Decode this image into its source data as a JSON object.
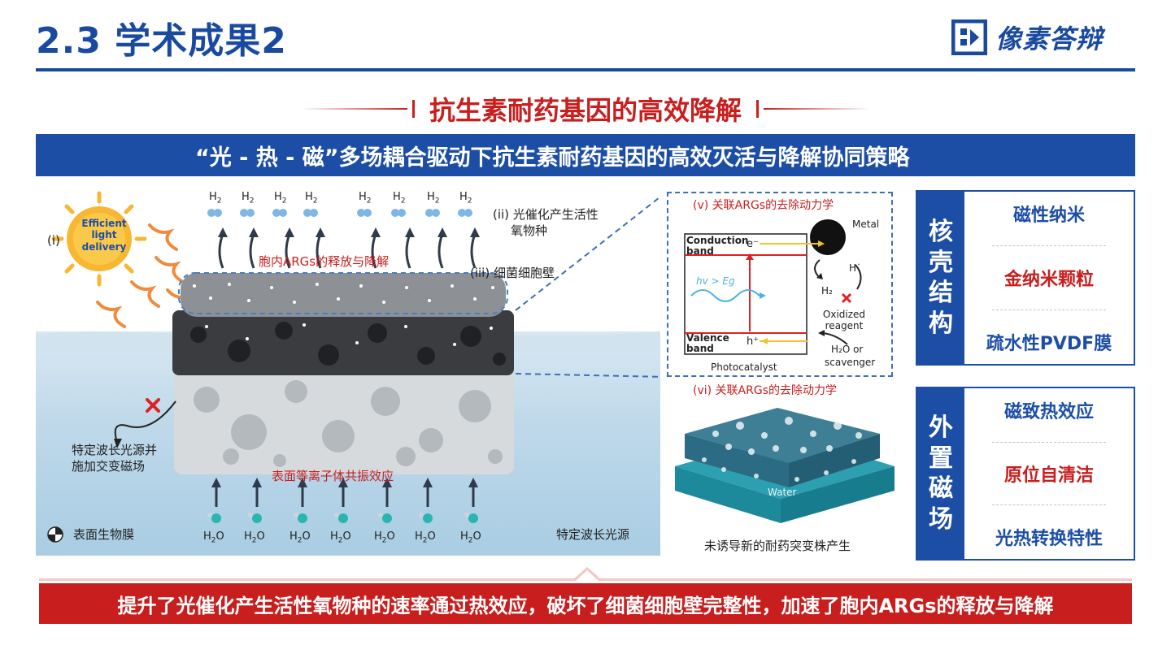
{
  "header": {
    "title": "2.3  学术成果2",
    "logo_text": "像素答辩"
  },
  "section": {
    "heading": "抗生素耐药基因的高效降解"
  },
  "banner": {
    "text": "“光 - 热 - 磁”多场耦合驱动下抗生素耐药基因的高效灭活与降解协同策略"
  },
  "diagram": {
    "sun_text": "Efficient light delivery",
    "label_i": "(i)",
    "h2_label": "H",
    "h2_sub": "2",
    "label_ii_line1": "(ii) 光催化产生活性",
    "label_ii_line2": "氧物种",
    "label_iii": "(iii) 细菌细胞壁",
    "label_release": "胞内ARGs的释放与降解",
    "label_source_line1": "特定波长光源并",
    "label_source_line2": "施加交变磁场",
    "label_plasmon": "表面等离子体共振效应",
    "label_biofilm": "表面生物膜",
    "label_light": "特定波长光源",
    "h2o_label": "H",
    "h2o_sub": "2",
    "h2o_tail": "O"
  },
  "inset": {
    "title": "(v) 关联ARGs的去除动力学",
    "conduction": "Conduction band",
    "valence": "Valence band",
    "electron": "e⁻",
    "hole": "h⁺",
    "hv": "hv > Eg",
    "metal": "Metal",
    "h_dot": "H˙",
    "h2": "H₂",
    "oxidized": "Oxidized reagent",
    "h2o_or": "H₂O or",
    "scavenger": "scavenger",
    "photocatalyst": "Photocatalyst"
  },
  "panel_vi": {
    "title": "(vi) 关联ARGs的去除动力学",
    "water": "Water",
    "caption": "未诱导新的耐药突变株产生"
  },
  "core_panel": {
    "tag_chars": [
      "核",
      "壳",
      "结",
      "构"
    ],
    "items": [
      "磁性纳米",
      "金纳米颗粒",
      "疏水性PVDF膜"
    ]
  },
  "field_panel": {
    "tag_chars": [
      "外",
      "置",
      "磁",
      "场"
    ],
    "items": [
      "磁致热效应",
      "原位自清洁",
      "光热转换特性"
    ]
  },
  "bottom": {
    "text": "提升了光催化产生活性氧物种的速率通过热效应，破坏了细菌细胞壁完整性，加速了胞内ARGs的释放与降解"
  },
  "colors": {
    "primary_blue": "#1c4ea6",
    "accent_red": "#c81e1e"
  }
}
